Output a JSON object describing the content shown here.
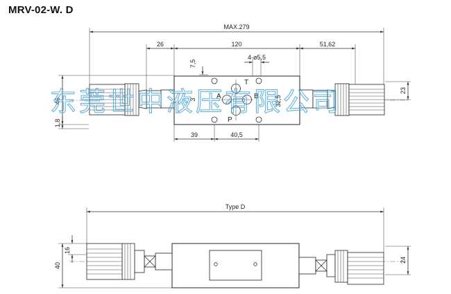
{
  "title": "MRV-02-W. D",
  "watermark": "东莞世中液压有限公司",
  "top_view": {
    "dim_overall": "MAX.279",
    "dim_left_knob": "26",
    "dim_body": "120",
    "dim_right_knob": "51,62",
    "dim_holes": "4-ø5,5",
    "dim_7_5": "7,5",
    "dim_3": "3",
    "dim_32_5": "32,5",
    "dim_46": "46",
    "dim_1_8": "1,8",
    "dim_23": "23",
    "dim_39": "39",
    "dim_40_5": "40,5",
    "ports": {
      "t": "T",
      "a": "A",
      "b": "B",
      "p": "P"
    }
  },
  "side_view": {
    "dim_type": "Type D",
    "dim_40": "40",
    "dim_16": "16",
    "dim_24": "24"
  }
}
